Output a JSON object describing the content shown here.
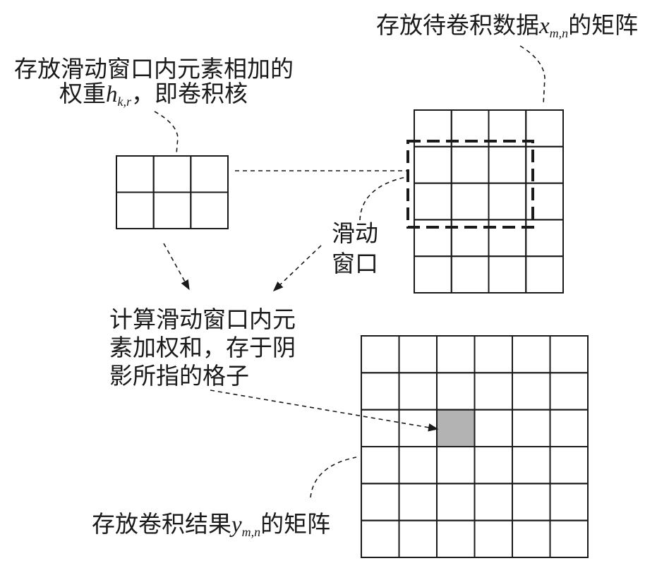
{
  "labels": {
    "input_matrix": {
      "prefix": "存放待卷积数据",
      "var": "x",
      "sub": "m,n",
      "suffix": "的矩阵"
    },
    "kernel_line1": "存放滑动窗口内元素相加的",
    "kernel_line2": {
      "prefix": "权重",
      "var": "h",
      "sub": "k,r",
      "suffix": "，即卷积核"
    },
    "window_line1": "滑动",
    "window_line2": "窗口",
    "compute_line1": "计算滑动窗口内元",
    "compute_line2": "素加权和，存于阴",
    "compute_line3": "影所指的格子",
    "output_matrix": {
      "prefix": "存放卷积结果",
      "var": "y",
      "sub": "m,n",
      "suffix": "的矩阵"
    }
  },
  "grids": {
    "kernel": {
      "rows": 2,
      "cols": 3
    },
    "input": {
      "rows": 5,
      "cols": 4
    },
    "output": {
      "rows": 6,
      "cols": 6,
      "shaded_cell": [
        2,
        2
      ]
    }
  },
  "colors": {
    "line": "#1a1a1a",
    "shade": "#b3b3b3"
  }
}
